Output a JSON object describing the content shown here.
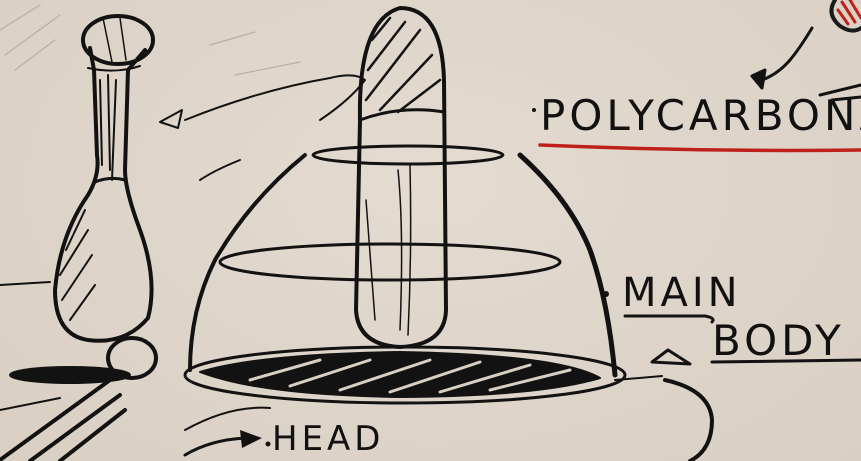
{
  "labels": {
    "material": "POLYCARBONA",
    "main": "MAIN",
    "body": "BODY",
    "head": "HEAD"
  },
  "colors": {
    "ink": "#121212",
    "accent": "#c0201c",
    "paper": "#ddd3c8"
  }
}
